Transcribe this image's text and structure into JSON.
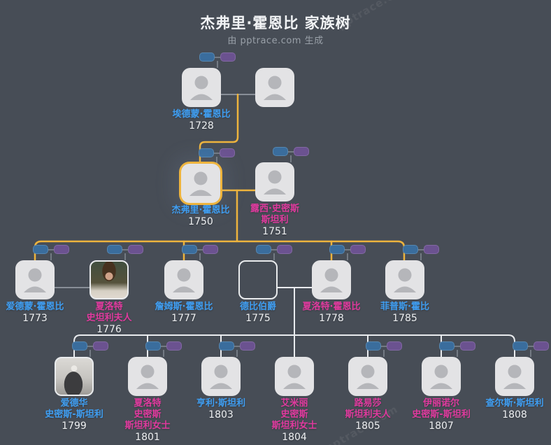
{
  "header": {
    "title": "杰弗里·霍恩比 家族树",
    "subtitle": "由 pptrace.com 生成"
  },
  "watermark": "pptrace.com",
  "theme": {
    "background": "#474d56",
    "card_background": "#e3e3e5",
    "male_name_color": "#3f9ef2",
    "female_name_color": "#e03a9e",
    "year_color": "#eef0f2",
    "highlight_border_color": "#eeb43d",
    "highlight_line_color": "#eeb43d",
    "gray_line_color": "#888e97",
    "white_line_color": "#e9ebee",
    "blue_pill_color": "#3a6d9d",
    "purple_pill_color": "#6b5290"
  },
  "people": [
    {
      "name": "埃德蒙·霍恩比",
      "year": "1728",
      "gender": "male",
      "generation": 1
    },
    {
      "name": "",
      "year": "",
      "gender": "unknown",
      "generation": 1
    },
    {
      "name": "杰弗里·霍恩比",
      "year": "1750",
      "gender": "male",
      "generation": 2,
      "highlighted": true
    },
    {
      "name": "露西·史密斯\n斯坦利",
      "year": "1751",
      "gender": "female",
      "generation": 2
    },
    {
      "name": "爱德蒙·霍恩比",
      "year": "1773",
      "gender": "male",
      "generation": 3
    },
    {
      "name": "夏洛特\n史坦利夫人",
      "year": "1776",
      "gender": "female",
      "generation": 3,
      "photo": "child-portrait"
    },
    {
      "name": "詹姆斯·霍恩比",
      "year": "1777",
      "gender": "male",
      "generation": 3
    },
    {
      "name": "德比伯爵",
      "year": "1775",
      "gender": "male",
      "generation": 3,
      "photo": "dark-portrait"
    },
    {
      "name": "夏洛特·霍恩比",
      "year": "1778",
      "gender": "female",
      "generation": 3
    },
    {
      "name": "菲普斯·霍比",
      "year": "1785",
      "gender": "male",
      "generation": 3
    },
    {
      "name": "爱德华\n史密斯-斯坦利",
      "year": "1799",
      "gender": "male",
      "generation": 4,
      "photo": "engraving-portrait"
    },
    {
      "name": "夏洛特\n史密斯\n斯坦利女士",
      "year": "1801",
      "gender": "female",
      "generation": 4
    },
    {
      "name": "亨利·斯坦利",
      "year": "1803",
      "gender": "male",
      "generation": 4
    },
    {
      "name": "艾米丽\n史密斯\n斯坦利女士",
      "year": "1804",
      "gender": "female",
      "generation": 4
    },
    {
      "name": "路易莎\n斯坦利夫人",
      "year": "1805",
      "gender": "female",
      "generation": 4
    },
    {
      "name": "伊丽诺尔\n史密斯-斯坦利",
      "year": "1807",
      "gender": "female",
      "generation": 4
    },
    {
      "name": "查尔斯·斯坦利",
      "year": "1808",
      "gender": "male",
      "generation": 4
    }
  ]
}
